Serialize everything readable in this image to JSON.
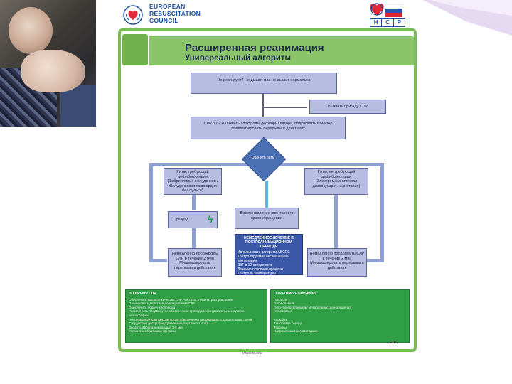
{
  "header": {
    "erc_line1": "EUROPEAN",
    "erc_line2": "RESUSCITATION",
    "erc_line3": "COUNCIL",
    "ncpr_letters": [
      "Н",
      "С",
      "Р"
    ]
  },
  "poster": {
    "title": "Расширенная реанимация",
    "subtitle": "Универсальный алгоритм",
    "q_box": "Не реагирует? Не дышит или не дышит нормально",
    "call_team": "Вызвать бригаду СЛР",
    "cpr_box": "СЛР 30:2 Наложить электроды дефибриллятора, подключить монитор Минимизировать перерывы в действиях",
    "assess": "Оценить ритм",
    "shockable": "Ритм, требующий дефибрилляции (Фибрилляция желудочков / Желудочковая тахикардия без пульса)",
    "nonshockable": "Ритм, не требующий дефибрилляции (Электромеханическая диссоциация / Асистолия)",
    "shock_box": "1 разряд",
    "rosc_box": "Восстановление спонтанного кровообращения",
    "left_resume": "Немедленно продолжить СЛР в течение 2 мин Минимизировать перерывы в действиях",
    "right_resume": "Немедленно продолжить СЛР в течение 2 мин Минимизировать перерывы в действиях",
    "post_header": "НЕМЕДЛЕННОЕ ЛЕЧЕНИЕ В ПОСТРЕАНИМАЦИОННОМ ПЕРИОДЕ",
    "post_items": [
      "Использовать алгоритм ABCDE",
      "Контролируемая оксигенация и вентиляция",
      "ЭКГ в 12 отведениях",
      "Лечение основной причины",
      "Контроль температуры / терапевтическая гипотермия"
    ],
    "during_header": "ВО ВРЕМЯ СЛР",
    "during_items": [
      "Обеспечить высокое качество СЛР: частота, глубина, расправление",
      "Планировать действия до прерывания СЛР",
      "Обеспечить подачу кислорода",
      "Рассмотреть продвинутое обеспечение проходимости дыхательных путей и капнографию",
      "Непрерывные компрессии после обеспечения проходимости дыхательных путей",
      "Сосудистый доступ (внутривенный, внутрикостный)",
      "Вводить адреналин каждые 3-5 мин",
      "Устранять обратимые причины"
    ],
    "causes_header": "ОБРАТИМЫЕ ПРИЧИНЫ",
    "causes_items": [
      "Гипоксия",
      "Гиповолемия",
      "Гипо-/гиперкалиемия / метаболические нарушения",
      "Гипотермия",
      "",
      "Тромбоз",
      "Тампонада сердца",
      "Токсины",
      "Напряжённый пневмоторакс"
    ],
    "footer_url": "www.erc.edu",
    "erc_mark": "ERC"
  }
}
